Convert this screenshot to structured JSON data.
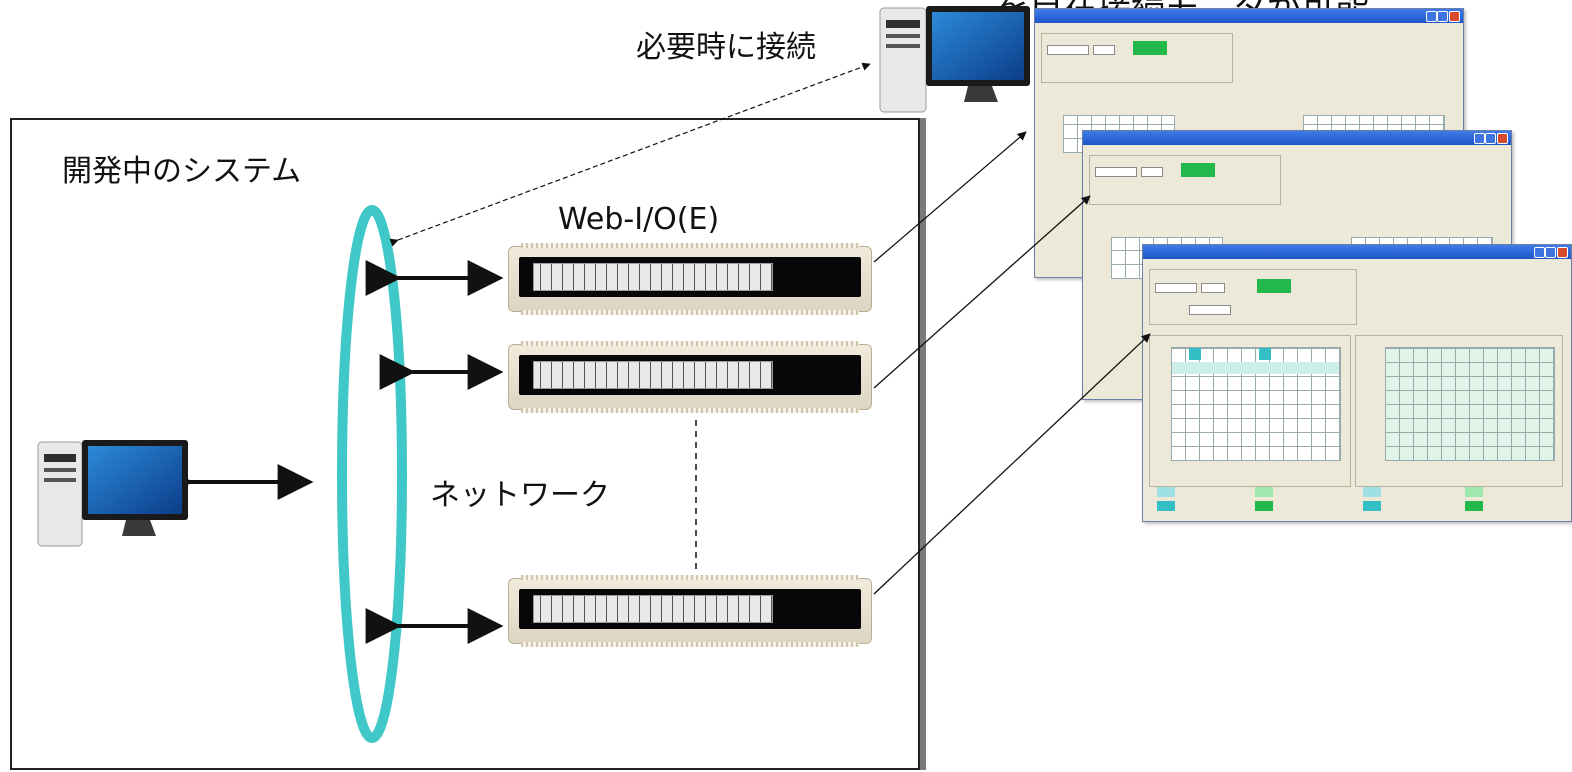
{
  "labels": {
    "top_heading": "を自在接続モニタが可能",
    "on_demand": "必要時に接続",
    "system_title": "開発中のシステム",
    "device_label": "Web-I/O(E)",
    "network_label": "ネットワーク"
  },
  "colors": {
    "network_ring": "#40c8c8",
    "window_title": "#2a62d4",
    "connect_button": "#22b84a",
    "cell_highlight": "#33bfc4"
  },
  "icons": {
    "pc": "desktop-computer-icon",
    "device": "web-io-device-icon",
    "monitor_window": "io-monitor-window-icon"
  }
}
